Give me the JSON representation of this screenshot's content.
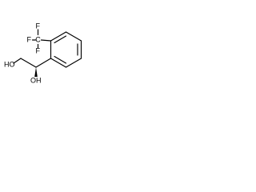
{
  "molecule": {
    "labels": {
      "f_top": "F",
      "f_left": "F",
      "f_lower": "F",
      "c_center": "C",
      "hydroxyl_left": "HO",
      "hydroxyl_lower": "OH"
    },
    "stereo": "wedge"
  },
  "colors": {
    "ink": "#000000",
    "background": "#ffffff"
  }
}
